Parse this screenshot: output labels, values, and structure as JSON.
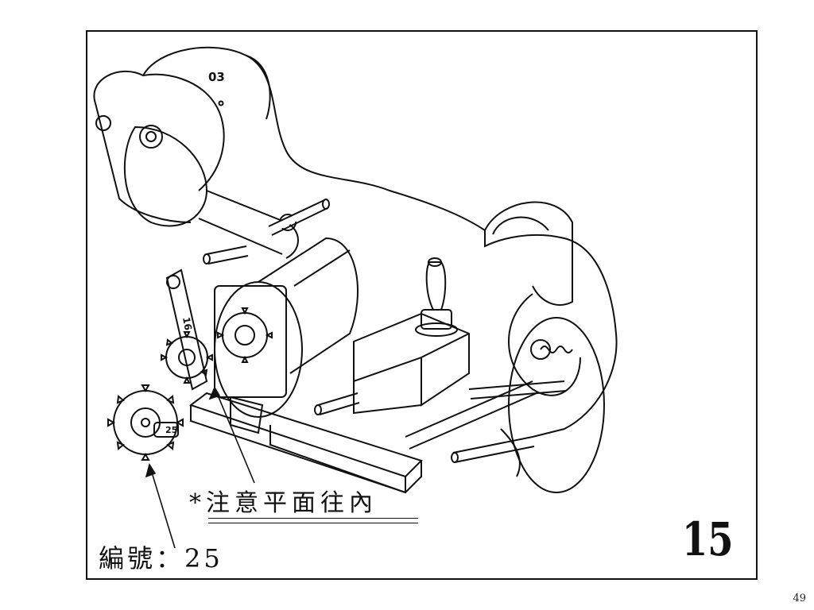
{
  "slide": {
    "caption": "*注意平面往內",
    "part_label": "編號：25",
    "step_number": "15",
    "page_number": "49"
  },
  "drawing": {
    "part_marks": [
      "03",
      "16",
      "25"
    ],
    "line_color": "#111111"
  }
}
